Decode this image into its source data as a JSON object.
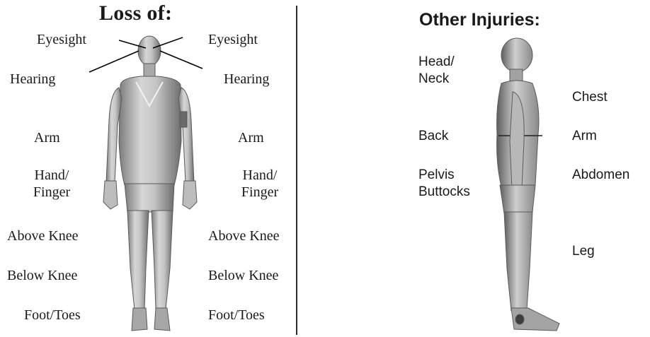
{
  "loss_panel": {
    "title": "Loss of:",
    "left_labels": {
      "eyesight": "Eyesight",
      "hearing": "Hearing",
      "arm": "Arm",
      "hand_finger": "Hand/\nFinger",
      "above_knee": "Above Knee",
      "below_knee": "Below Knee",
      "foot_toes": "Foot/Toes"
    },
    "right_labels": {
      "eyesight": "Eyesight",
      "hearing": "Hearing",
      "arm": "Arm",
      "hand_finger": "Hand/\nFinger",
      "above_knee": "Above Knee",
      "below_knee": "Below Knee",
      "foot_toes": "Foot/Toes"
    }
  },
  "other_panel": {
    "title": "Other Injuries:",
    "left_labels": {
      "head_neck": "Head/\nNeck",
      "back": "Back",
      "pelvis_buttocks": "Pelvis\nButtocks"
    },
    "right_labels": {
      "chest": "Chest",
      "arm": "Arm",
      "abdomen": "Abdomen",
      "leg": "Leg"
    }
  },
  "colors": {
    "figure_fill": "#b9b9b9",
    "figure_dark": "#6f6f6f",
    "figure_light": "#e6e6e6",
    "divider": "#2a2a2a"
  }
}
